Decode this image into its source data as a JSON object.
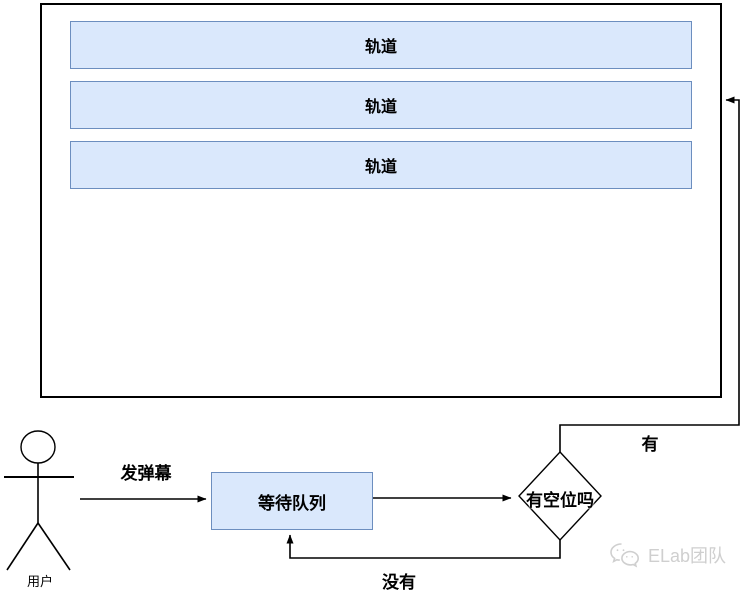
{
  "diagram": {
    "tracks": {
      "labels": [
        "轨道",
        "轨道",
        "轨道"
      ]
    },
    "actor": {
      "label": "用户"
    },
    "flow": {
      "send_label": "发弹幕",
      "queue_label": "等待队列",
      "decision_label": "有空位吗",
      "yes_label": "有",
      "no_label": "没有"
    },
    "watermark": {
      "text": "ELab团队"
    },
    "colors": {
      "node_fill": "#dae8fc",
      "node_border": "#6c8ebf",
      "line": "#000000",
      "watermark_gray": "#cfcfcf"
    }
  }
}
